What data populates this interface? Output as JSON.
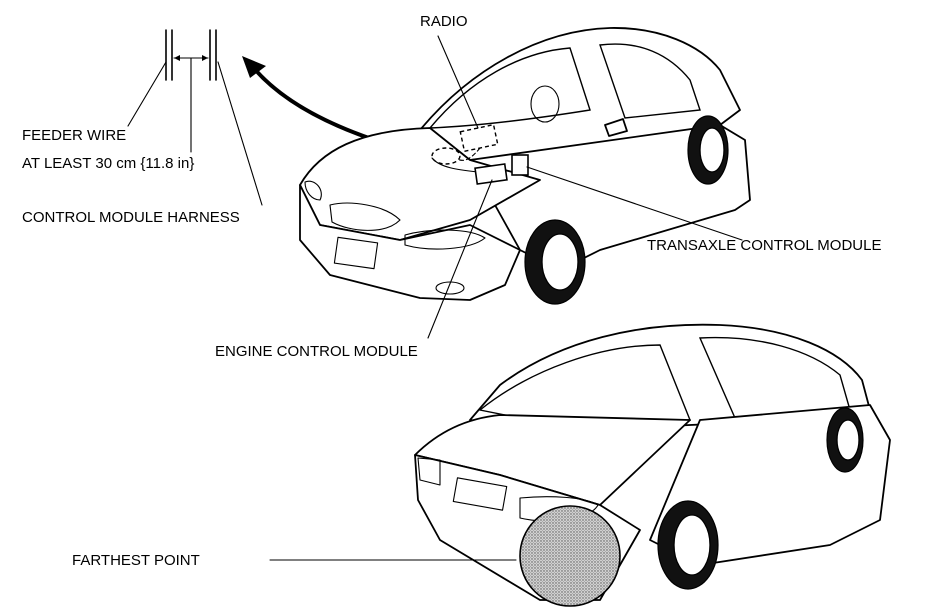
{
  "labels": {
    "radio": "RADIO",
    "feeder_wire": "FEEDER WIRE",
    "distance": "AT LEAST 30 cm {11.8 in}",
    "control_module_harness": "CONTROL MODULE HARNESS",
    "transaxle_control_module": "TRANSAXLE CONTROL MODULE",
    "engine_control_module": "ENGINE CONTROL MODULE",
    "farthest_point": "FARTHEST POINT"
  },
  "colors": {
    "line": "#000000",
    "background": "#ffffff",
    "highlight": "#b8b8b8"
  },
  "icons": {
    "front_car": "car-front-view-icon",
    "rear_car": "car-rear-view-icon",
    "arrow": "curved-arrow-icon"
  }
}
